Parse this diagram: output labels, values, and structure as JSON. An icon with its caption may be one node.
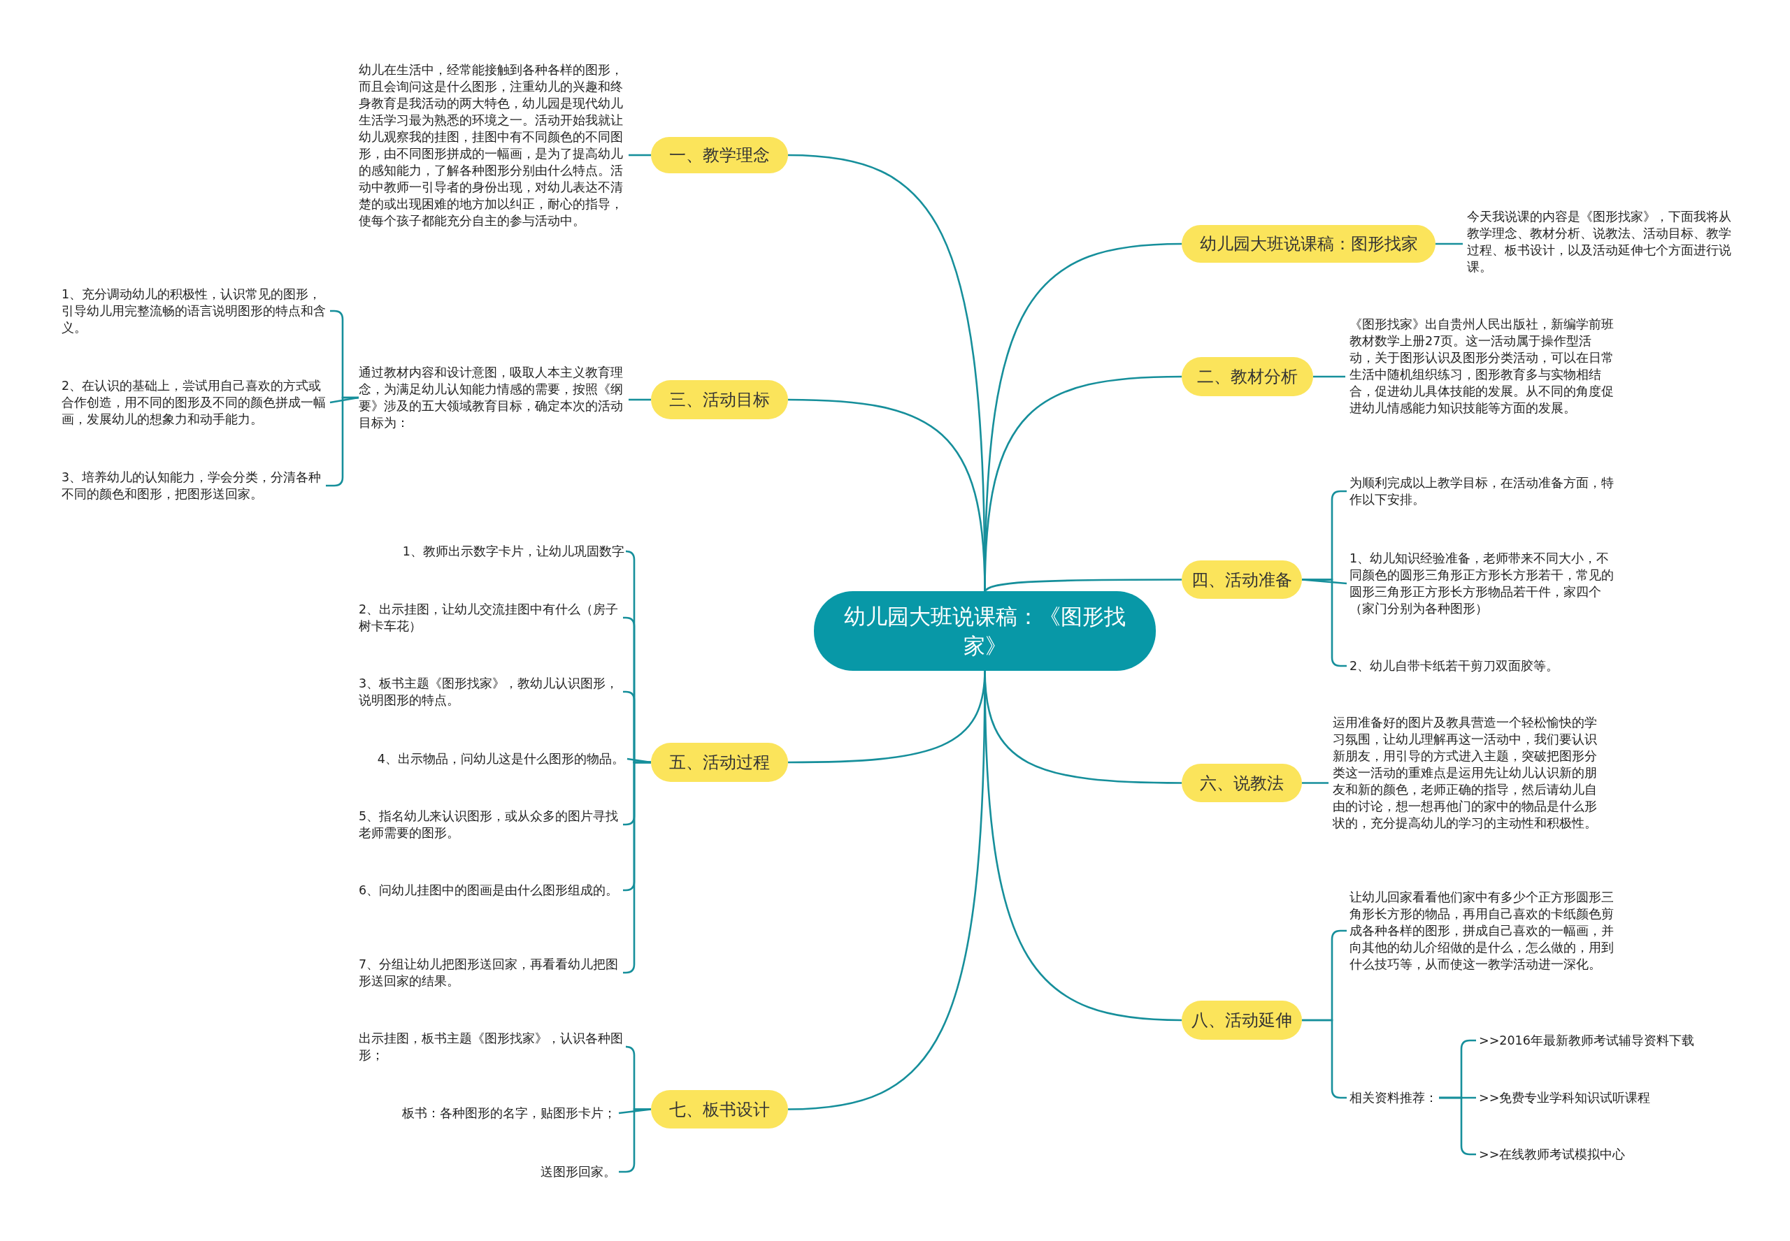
{
  "diagram": {
    "nodes": [
      {
        "text": [
          "幼儿园大班说课稿：《图形找家》"
        ]
      },
      {
        "text": [
          "一、教学理念"
        ]
      },
      {
        "text": [
          "幼儿在生活中，经常能接触到各种各样的图形，而且会询问这是什么图形，注重幼儿的兴趣和终身教育是我活动的两大特色，幼儿园是现代幼儿生活学习最为熟悉的环境之一。活动开始我就让幼儿观察我的挂图，挂图中有不同颜色的不同图形，由不同图形拼成的一幅画，是为了提高幼儿的感知能力，了解各种图形分别由什么特点。活动中教师一引导者的身份出现，对幼儿表达不清楚的或出现困难的地方加以纠正，耐心的指导，使每个孩子都能充分自主的参与活动中。"
        ]
      },
      {
        "text": [
          "幼儿园大班说课稿：图形找家"
        ]
      },
      {
        "text": [
          "今天我说课的内容是《图形找家》，下面我将从教学理念、教材分析、说教法、活动目标、教学过程、板书设计，以及活动延伸七个方面进行说课。"
        ]
      },
      {
        "text": [
          "二、教材分析"
        ]
      },
      {
        "text": [
          "《图形找家》出自贵州人民出版社，新编学前班教材数学上册27页。这一活动属于操作型活动，关于图形认识及图形分类活动，可以在日常生活中随机组织练习，图形教育多与实物相结合，促进幼儿具体技能的发展。从不同的角度促进幼儿情感能力知识技能等方面的发展。"
        ]
      },
      {
        "text": [
          "三、活动目标"
        ]
      },
      {
        "text": [
          "通过教材内容和设计意图，吸取人本主义教育理念，为满足幼儿认知能力情感的需要，按照《纲要》涉及的五大领域教育目标，确定本次的活动目标为："
        ]
      },
      {
        "text": [
          "1、充分调动幼儿的积极性，认识常见的图形，引导幼儿用完整流畅的语言说明图形的特点和含义。"
        ]
      },
      {
        "text": [
          "2、在认识的基础上，尝试用自己喜欢的方式或合作创造，用不同的图形及不同的颜色拼成一幅画，发展幼儿的想象力和动手能力。"
        ]
      },
      {
        "text": [
          "3、培养幼儿的认知能力，学会分类，分清各种不同的颜色和图形，把图形送回家。"
        ]
      },
      {
        "text": [
          "四、活动准备"
        ]
      },
      {
        "text": [
          "为顺利完成以上教学目标，在活动准备方面，特作以下安排。"
        ]
      },
      {
        "text": [
          "1、幼儿知识经验准备，老师带来不同大小，不同颜色的圆形三角形正方形长方形若干，常见的圆形三角形正方形长方形物品若干件，家四个（家门分别为各种图形）"
        ]
      },
      {
        "text": [
          "2、幼儿自带卡纸若干剪刀双面胶等。"
        ]
      },
      {
        "text": [
          "五、活动过程"
        ]
      },
      {
        "text": [
          "1、教师出示数字卡片，让幼儿巩固数字"
        ]
      },
      {
        "text": [
          "2、出示挂图，让幼儿交流挂图中有什么（房子树卡车花）"
        ]
      },
      {
        "text": [
          "3、板书主题《图形找家》，教幼儿认识图形，说明图形的特点。"
        ]
      },
      {
        "text": [
          "4、出示物品，问幼儿这是什么图形的物品。"
        ]
      },
      {
        "text": [
          "5、指名幼儿来认识图形，或从众多的图片寻找老师需要的图形。"
        ]
      },
      {
        "text": [
          "6、问幼儿挂图中的图画是由什么图形组成的。"
        ]
      },
      {
        "text": [
          "7、分组让幼儿把图形送回家，再看看幼儿把图形送回家的结果。"
        ]
      },
      {
        "text": [
          "六、说教法"
        ]
      },
      {
        "text": [
          "运用准备好的图片及教具营造一个轻松愉快的学习氛围，让幼儿理解再这一活动中，我们要认识新朋友，用引导的方式进入主题，突破把图形分类这一活动的重难点是运用先让幼儿认识新的朋友和新的颜色，老师正确的指导，然后请幼儿自由的讨论，想一想再他门的家中的物品是什么形状的，充分提高幼儿的学习的主动性和积极性。"
        ]
      },
      {
        "text": [
          "七、板书设计"
        ]
      },
      {
        "text": [
          "出示挂图，板书主题《图形找家》，认识各种图形；"
        ]
      },
      {
        "text": [
          "板书：各种图形的名字，贴图形卡片；"
        ]
      },
      {
        "text": [
          "送图形回家。"
        ]
      },
      {
        "text": [
          "八、活动延伸"
        ]
      },
      {
        "text": [
          "让幼儿回家看看他们家中有多少个正方形圆形三角形长方形的物品，再用自己喜欢的卡纸颜色剪成各种各样的图形，拼成自己喜欢的一幅画，并向其他的幼儿介绍做的是什么，怎么做的，用到什么技巧等，从而使这一教学活动进一深化。"
        ]
      },
      {
        "text": [
          "相关资料推荐："
        ]
      },
      {
        "text": [
          ">>2016年最新教师考试辅导资料下载"
        ]
      },
      {
        "text": [
          ">>免费专业学科知识试听课程"
        ]
      },
      {
        "text": [
          ">>在线教师考试模拟中心"
        ]
      }
    ],
    "edges": [
      {
        "from": 0,
        "to": 1,
        "arrow": "none"
      },
      {
        "from": 0,
        "to": 3,
        "arrow": "none"
      },
      {
        "from": 0,
        "to": 5,
        "arrow": "none"
      },
      {
        "from": 0,
        "to": 7,
        "arrow": "none"
      },
      {
        "from": 0,
        "to": 12,
        "arrow": "none"
      },
      {
        "from": 0,
        "to": 16,
        "arrow": "none"
      },
      {
        "from": 0,
        "to": 24,
        "arrow": "none"
      },
      {
        "from": 0,
        "to": 26,
        "arrow": "none"
      },
      {
        "from": 0,
        "to": 30,
        "arrow": "none"
      },
      {
        "from": 1,
        "to": 2,
        "arrow": "none"
      },
      {
        "from": 3,
        "to": 4,
        "arrow": "none"
      },
      {
        "from": 5,
        "to": 6,
        "arrow": "none"
      },
      {
        "from": 7,
        "to": 8,
        "arrow": "none"
      },
      {
        "from": 8,
        "to": 9,
        "arrow": "none"
      },
      {
        "from": 8,
        "to": 10,
        "arrow": "none"
      },
      {
        "from": 8,
        "to": 11,
        "arrow": "none"
      },
      {
        "from": 12,
        "to": 13,
        "arrow": "none"
      },
      {
        "from": 12,
        "to": 14,
        "arrow": "none"
      },
      {
        "from": 12,
        "to": 15,
        "arrow": "none"
      },
      {
        "from": 16,
        "to": 17,
        "arrow": "none"
      },
      {
        "from": 16,
        "to": 18,
        "arrow": "none"
      },
      {
        "from": 16,
        "to": 19,
        "arrow": "none"
      },
      {
        "from": 16,
        "to": 20,
        "arrow": "none"
      },
      {
        "from": 16,
        "to": 21,
        "arrow": "none"
      },
      {
        "from": 16,
        "to": 22,
        "arrow": "none"
      },
      {
        "from": 16,
        "to": 23,
        "arrow": "none"
      },
      {
        "from": 24,
        "to": 25,
        "arrow": "none"
      },
      {
        "from": 26,
        "to": 27,
        "arrow": "none"
      },
      {
        "from": 26,
        "to": 28,
        "arrow": "none"
      },
      {
        "from": 26,
        "to": 29,
        "arrow": "none"
      },
      {
        "from": 30,
        "to": 31,
        "arrow": "none"
      },
      {
        "from": 30,
        "to": 32,
        "arrow": "none"
      },
      {
        "from": 32,
        "to": 33,
        "arrow": "none"
      },
      {
        "from": 32,
        "to": 34,
        "arrow": "none"
      },
      {
        "from": 32,
        "to": 35,
        "arrow": "none"
      }
    ]
  }
}
